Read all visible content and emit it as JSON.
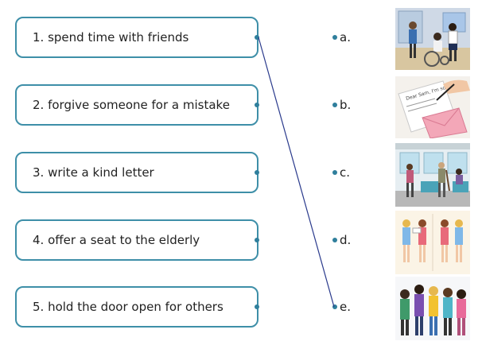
{
  "left_items": [
    {
      "label": "1. spend time with friends"
    },
    {
      "label": "2. forgive someone for a mistake"
    },
    {
      "label": "3. write a kind letter"
    },
    {
      "label": "4. offer a seat to the elderly"
    },
    {
      "label": "5. hold the door open for others"
    }
  ],
  "right_options": [
    {
      "label": "a.",
      "picture": "classmates-helping-wheelchair-user"
    },
    {
      "label": "b.",
      "picture": "hand-writing-letter-with-pink-envelope"
    },
    {
      "label": "c.",
      "picture": "people-on-bus-giving-seat"
    },
    {
      "label": "d.",
      "picture": "two-pairs-of-children-making-up"
    },
    {
      "label": "e.",
      "picture": "group-of-smiling-friends"
    }
  ],
  "connection": {
    "from": "1",
    "to": "e",
    "color": "#2a3a8c"
  },
  "colors": {
    "box_border": "#3e8fa8",
    "dot": "#2f7f9c"
  },
  "picture_note": {
    "letter_text": "Dear Sam, I'm sorry..."
  }
}
